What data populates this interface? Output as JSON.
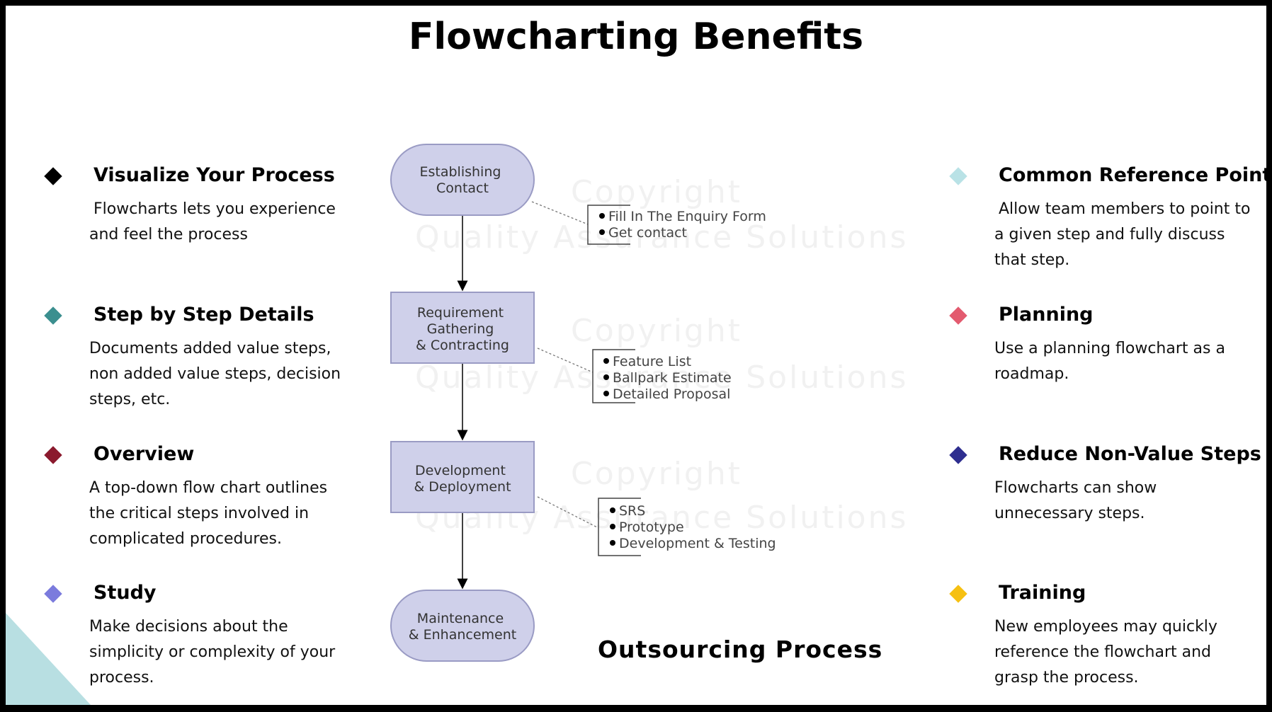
{
  "title": "Flowcharting Benefits",
  "left_items": [
    {
      "heading": "Visualize Your Process",
      "text": "Flowcharts lets you experience and feel the process",
      "color": "#000000"
    },
    {
      "heading": "Step by Step Details",
      "text": "Documents added value steps, non added value steps, decision steps, etc.",
      "color": "#3b8f8f"
    },
    {
      "heading": "Overview",
      "text": "A top-down flow chart outlines the critical steps involved in complicated procedures.",
      "color": "#8b1a2e"
    },
    {
      "heading": "Study",
      "text": "Make decisions about the simplicity or complexity of your process.",
      "color": "#7b7bdd"
    }
  ],
  "right_items": [
    {
      "heading": "Common Reference Points",
      "text": "Allow team members to point to a given step and fully discuss that step.",
      "color": "#b9e2e6"
    },
    {
      "heading": "Planning",
      "text": "Use a planning flowchart as a roadmap.",
      "color": "#e35b6f"
    },
    {
      "heading": "Reduce Non-Value Steps",
      "text": "Flowcharts can show unnecessary steps.",
      "color": "#2e2e8f"
    },
    {
      "heading": "Training",
      "text": "New employees may quickly reference the flowchart and grasp the process.",
      "color": "#f6c012"
    }
  ],
  "flowchart": {
    "nodes": [
      {
        "lines": [
          "Establishing",
          "Contact"
        ]
      },
      {
        "lines": [
          "Requirement",
          "Gathering",
          "& Contracting"
        ]
      },
      {
        "lines": [
          "Development",
          "& Deployment"
        ]
      },
      {
        "lines": [
          "Maintenance",
          "& Enhancement"
        ]
      }
    ],
    "notes": [
      [
        "Fill In The Enquiry Form",
        "Get contact"
      ],
      [
        "Feature List",
        "Ballpark Estimate",
        "Detailed Proposal"
      ],
      [
        "SRS",
        "Prototype",
        "Development & Testing"
      ]
    ],
    "caption": "Outsourcing Process",
    "node_fill": "#cfd0ea",
    "node_stroke": "#9a9bc4"
  },
  "watermark": {
    "line1": "Copyright",
    "line2": "Quality Assurance Solutions"
  }
}
